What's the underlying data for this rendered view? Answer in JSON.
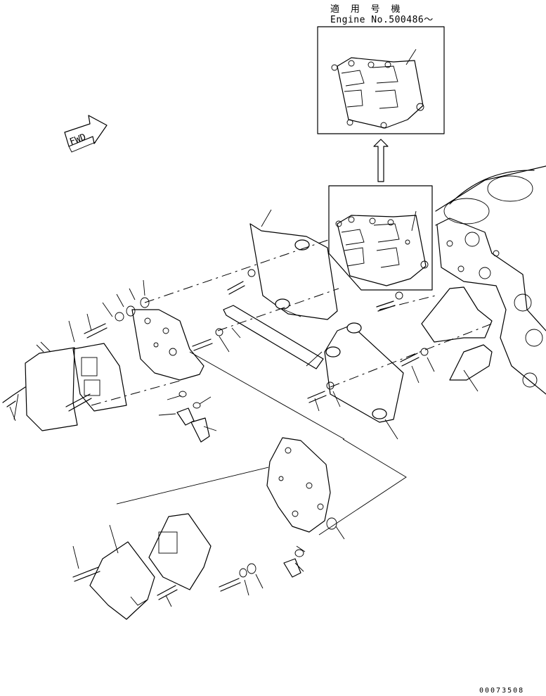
{
  "header": {
    "applicability": "適 用 号 機",
    "engine_serial": "Engine No.500486～"
  },
  "fwd_label": "FWD",
  "drawing_number": "00073508"
}
